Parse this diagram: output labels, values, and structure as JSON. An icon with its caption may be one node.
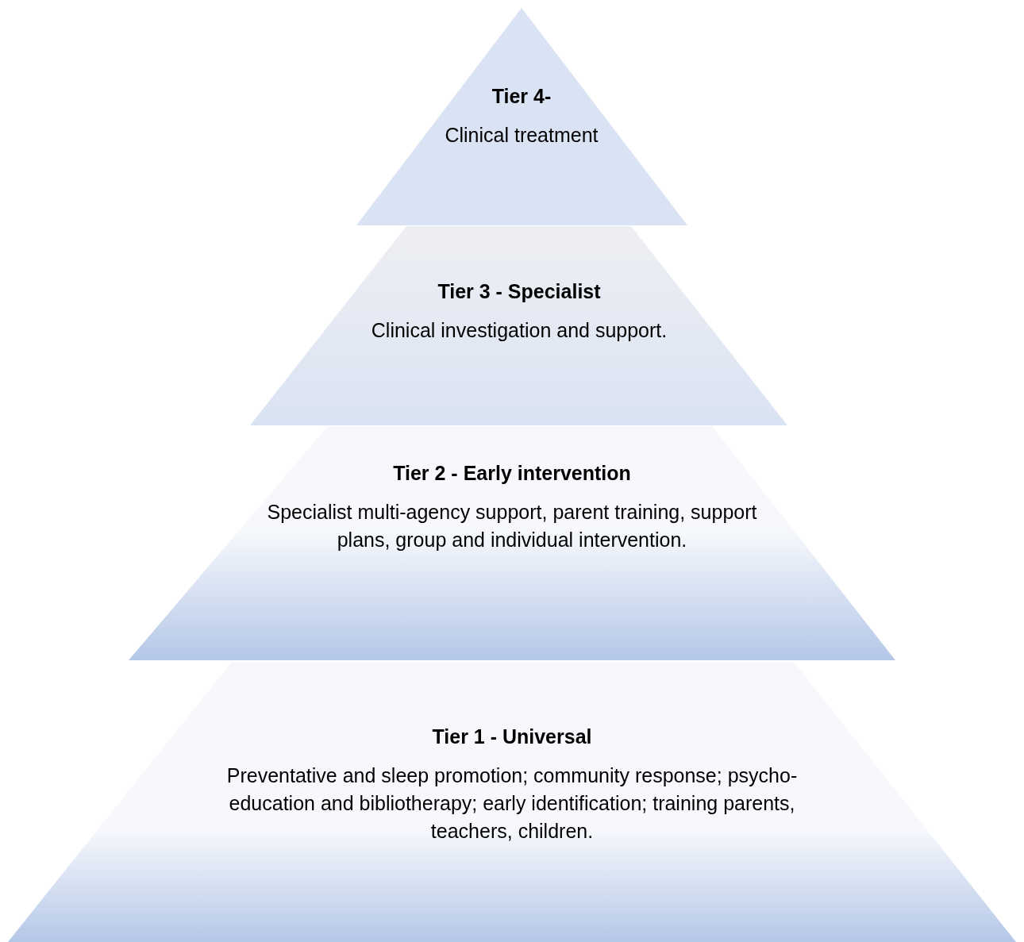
{
  "diagram": {
    "nodes": [
      {
        "text": [
          "Tier 4-",
          "Clinical treatment"
        ]
      },
      {
        "text": [
          "Tier 3 - Specialist",
          "Clinical investigation and support."
        ]
      },
      {
        "text": [
          "Tier 2 - Early intervention",
          "Specialist multi-agency support, parent training, support plans, group and individual intervention."
        ]
      },
      {
        "text": [
          "Tier 1 - Universal",
          "Preventative and sleep promotion; community response; psycho-education and bibliotherapy; early identification; training parents, teachers, children."
        ]
      }
    ]
  }
}
